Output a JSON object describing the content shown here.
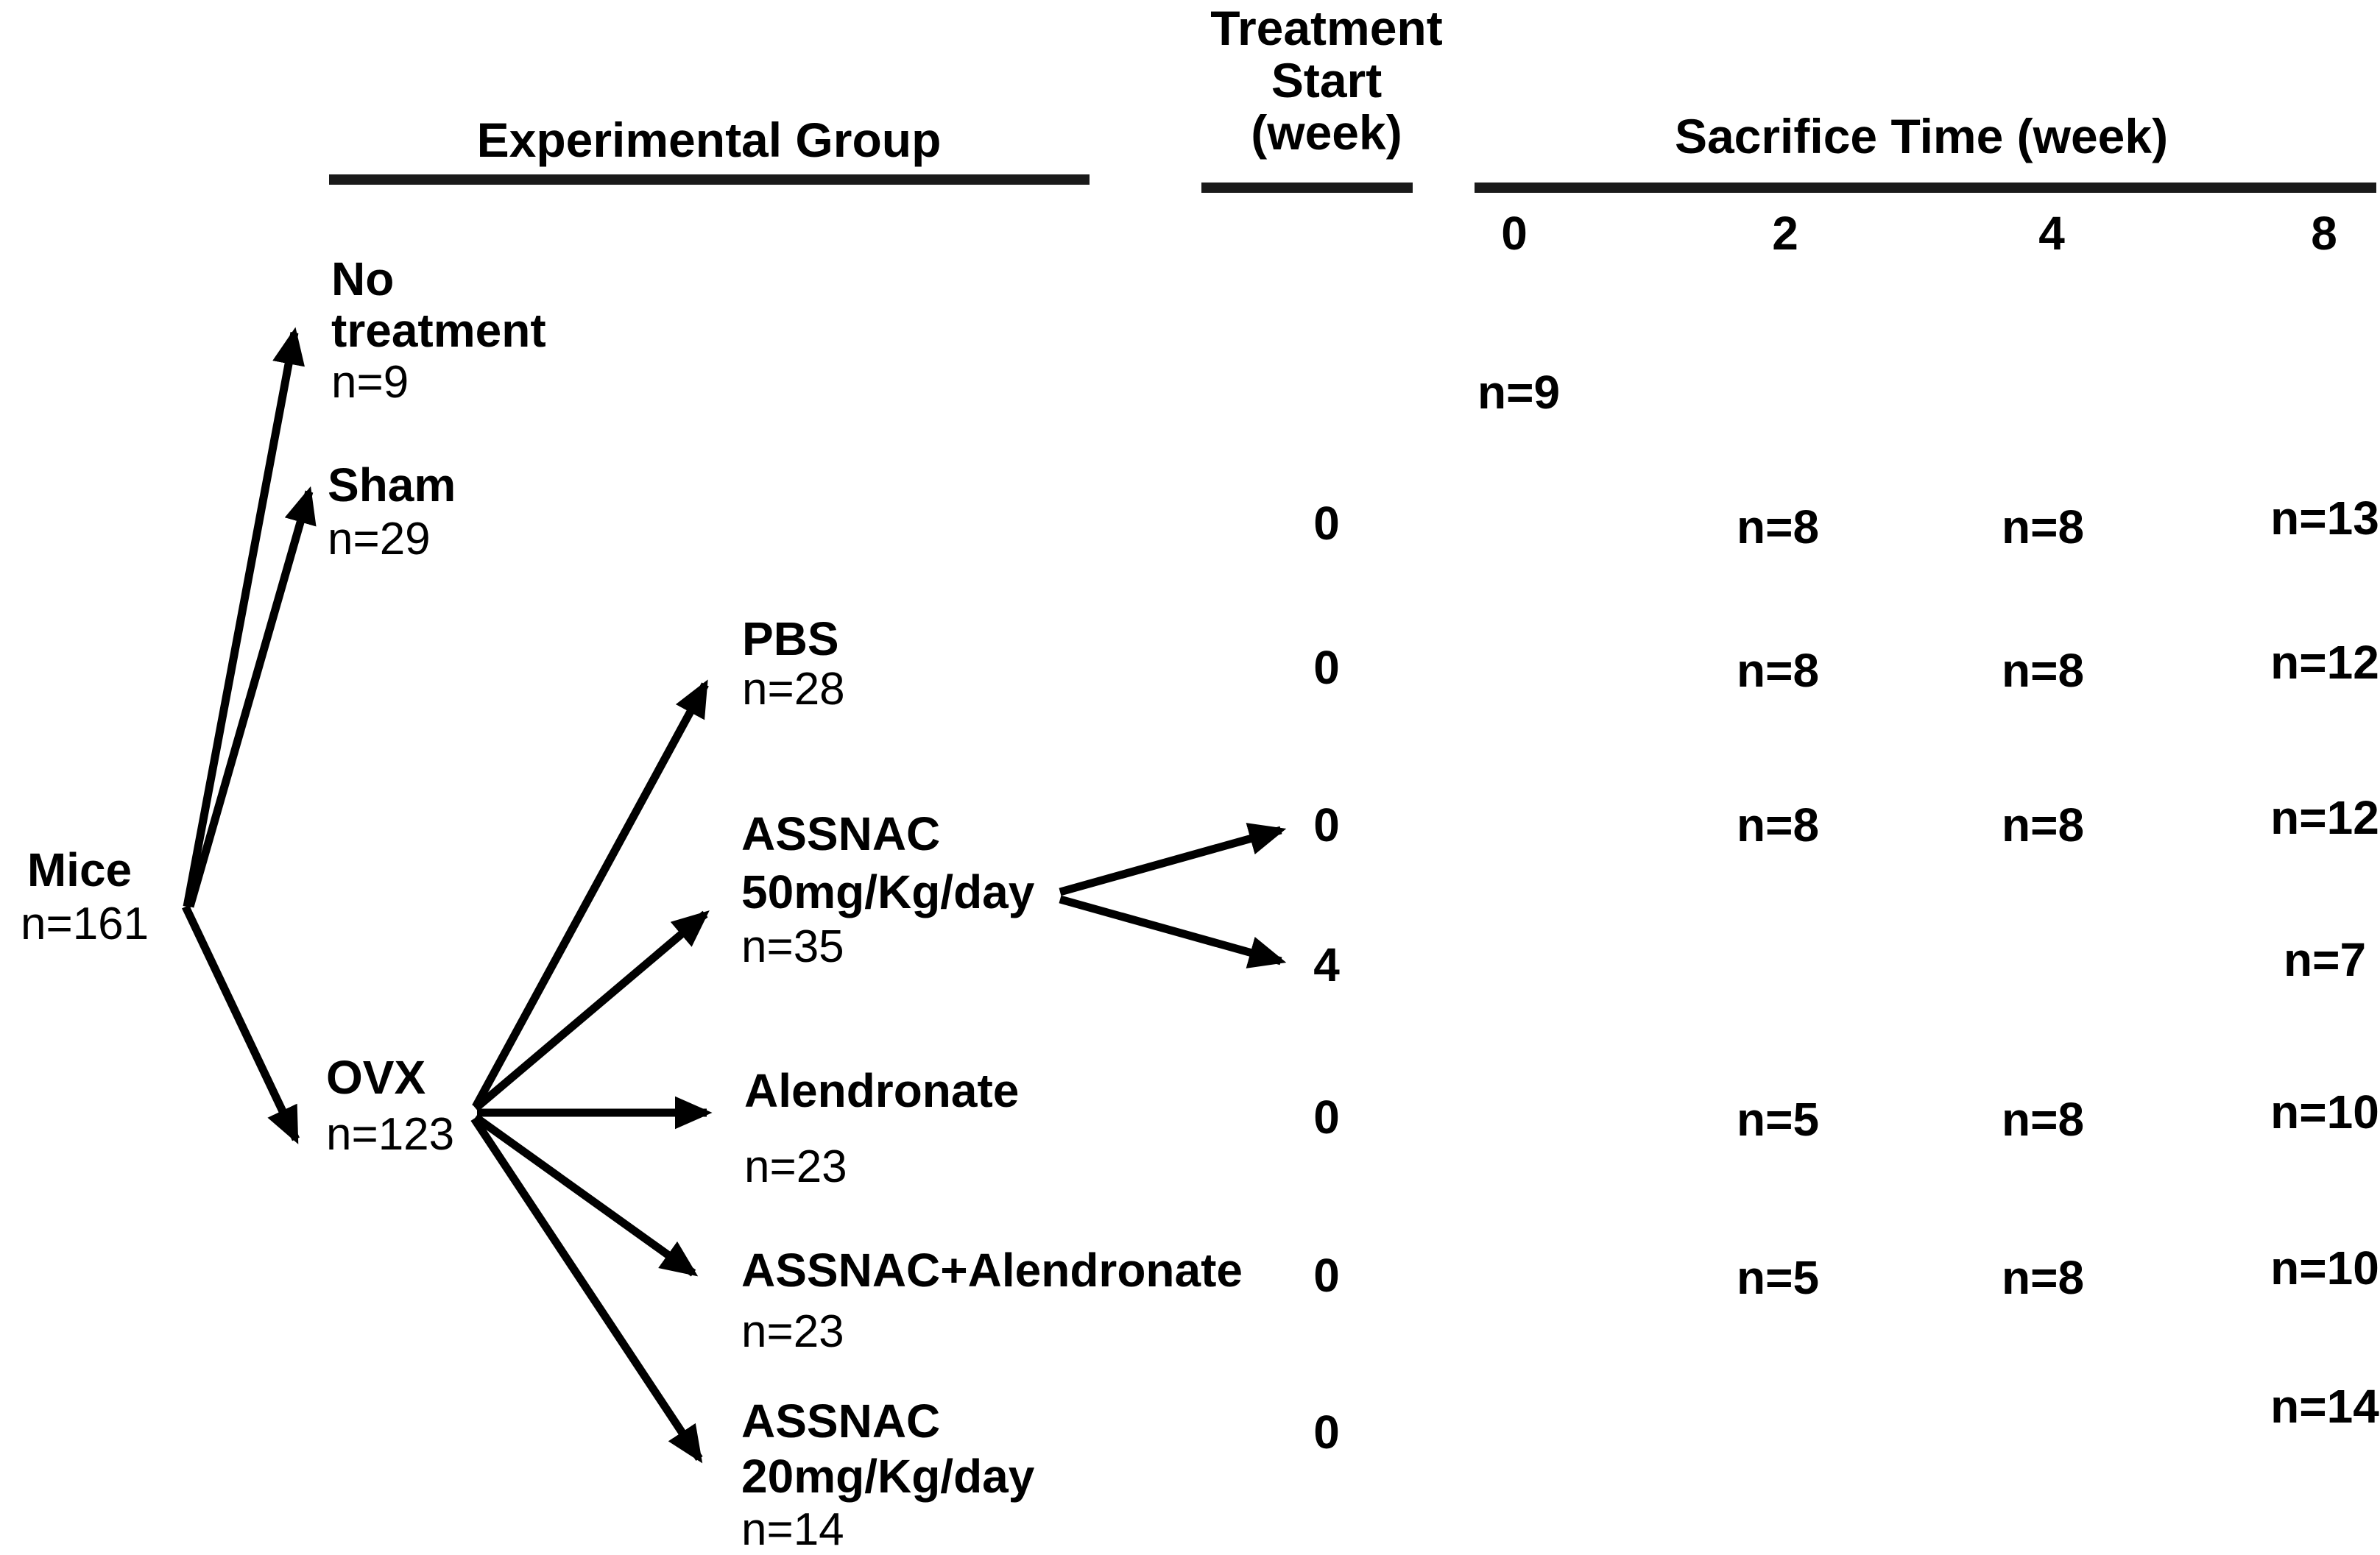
{
  "figure": {
    "headers": {
      "experimental_group": "Experimental Group",
      "treatment_start_line1": "Treatment",
      "treatment_start_line2": "Start",
      "treatment_start_line3": "(week)",
      "sacrifice_time": "Sacrifice Time (week)",
      "week_labels": [
        "0",
        "2",
        "4",
        "8"
      ]
    },
    "nodes": {
      "mice": {
        "label": "Mice",
        "n": "n=161"
      },
      "no_treatment": {
        "label_line1": "No",
        "label_line2": "treatment",
        "n": "n=9"
      },
      "sham": {
        "label": "Sham",
        "n": "n=29"
      },
      "ovx": {
        "label": "OVX",
        "n": "n=123"
      },
      "pbs": {
        "label": "PBS",
        "n": "n=28"
      },
      "assnac_50": {
        "label_line1": "ASSNAC",
        "label_line2": "50mg/Kg/day",
        "n": "n=35"
      },
      "alendronate": {
        "label": "Alendronate",
        "n": "n=23"
      },
      "assnac_plus_alendronate": {
        "label": "ASSNAC+Alendronate",
        "n": "n=23"
      },
      "assnac_20": {
        "label_line1": "ASSNAC",
        "label_line2": "20mg/Kg/day",
        "n": "n=14"
      }
    },
    "table": {
      "rows": [
        {
          "group": "No treatment",
          "treatment_start": "",
          "week0": "n=9",
          "week2": "",
          "week4": "",
          "week8": ""
        },
        {
          "group": "Sham",
          "treatment_start": "0",
          "week0": "",
          "week2": "n=8",
          "week4": "n=8",
          "week8": "n=13"
        },
        {
          "group": "PBS",
          "treatment_start": "0",
          "week0": "",
          "week2": "n=8",
          "week4": "n=8",
          "week8": "n=12"
        },
        {
          "group": "ASSNAC 50mg/Kg/day",
          "treatment_start": "0",
          "week0": "",
          "week2": "n=8",
          "week4": "n=8",
          "week8": "n=12"
        },
        {
          "group": "ASSNAC 50mg/Kg/day",
          "treatment_start": "4",
          "week0": "",
          "week2": "",
          "week4": "",
          "week8": "n=7"
        },
        {
          "group": "Alendronate",
          "treatment_start": "0",
          "week0": "",
          "week2": "n=5",
          "week4": "n=8",
          "week8": "n=10"
        },
        {
          "group": "ASSNAC+Alendronate",
          "treatment_start": "0",
          "week0": "",
          "week2": "n=5",
          "week4": "n=8",
          "week8": "n=10"
        },
        {
          "group": "ASSNAC 20mg/Kg/day",
          "treatment_start": "0",
          "week0": "",
          "week2": "",
          "week4": "",
          "week8": "n=14"
        }
      ]
    },
    "colors": {
      "text": "#000000",
      "background": "#ffffff"
    }
  }
}
